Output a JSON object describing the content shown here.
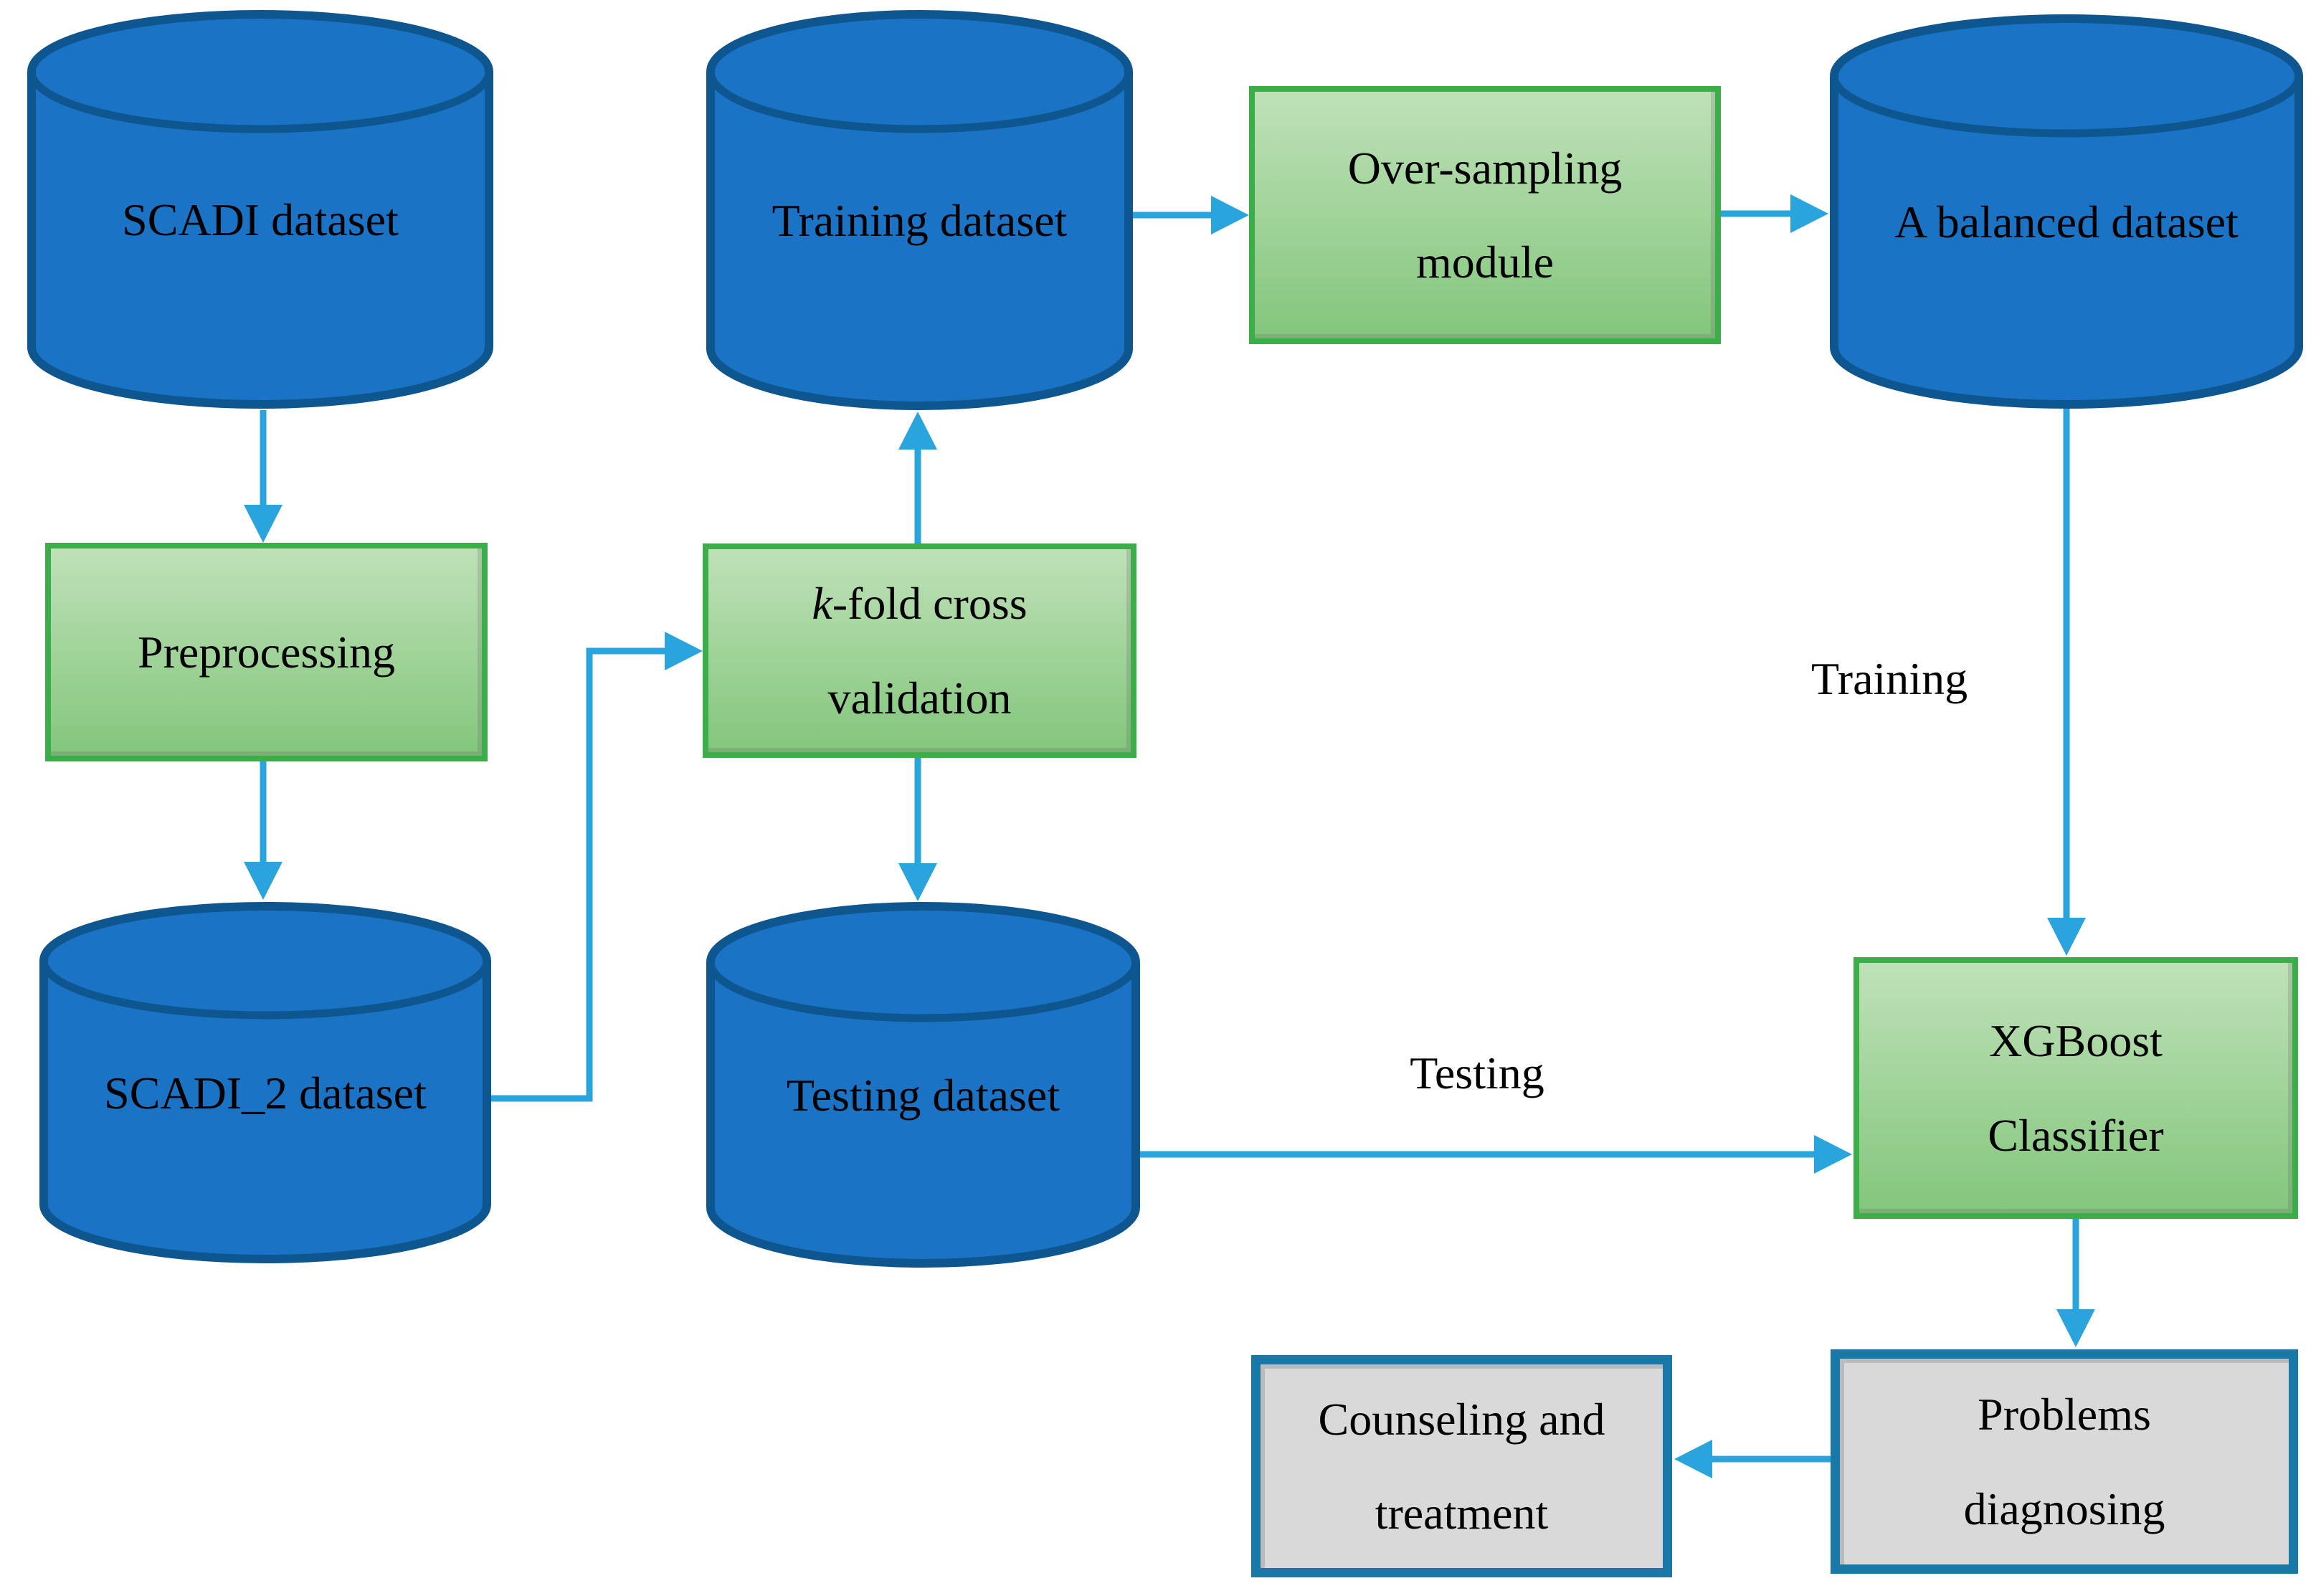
{
  "nodes": {
    "scadi": {
      "label": "SCADI dataset"
    },
    "preprocessing": {
      "label": "Preprocessing"
    },
    "scadi2": {
      "label": "SCADI_2 dataset"
    },
    "training": {
      "label": "Training dataset"
    },
    "kfold": {
      "italic_prefix": "k",
      "line1_rest": "-fold cross",
      "line2": "validation"
    },
    "testing": {
      "label": "Testing dataset"
    },
    "oversampling": {
      "line1": "Over-sampling",
      "line2": "module"
    },
    "balanced": {
      "label": "A balanced dataset"
    },
    "xgboost": {
      "line1": "XGBoost",
      "line2": "Classifier"
    },
    "problems": {
      "line1": "Problems",
      "line2": "diagnosing"
    },
    "counseling": {
      "line1": "Counseling and",
      "line2": "treatment"
    }
  },
  "edge_labels": {
    "training": "Training",
    "testing": "Testing"
  },
  "colors": {
    "cylinder_fill": "#1A73C4",
    "cylinder_stroke": "#0D568F",
    "green_border": "#3BAE49",
    "green_fill_top": "#BFE1B8",
    "green_fill_bottom": "#83C67C",
    "gray_fill": "#D9D9D9",
    "gray_border": "#1878A8",
    "arrow": "#29A4DD",
    "text": "#000000"
  }
}
